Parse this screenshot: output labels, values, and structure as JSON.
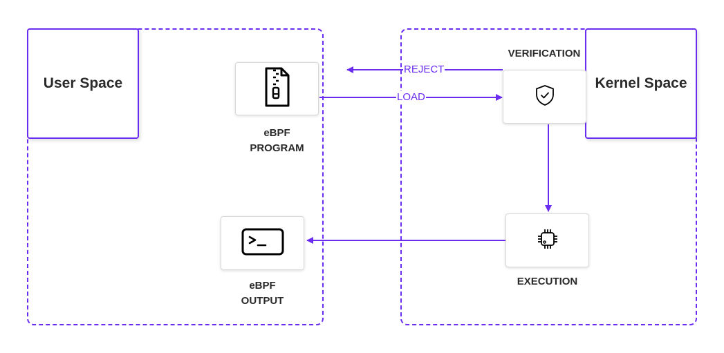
{
  "colors": {
    "accent": "#6a2cf0",
    "text": "#2a2a2a",
    "node_border": "#d8d8d8"
  },
  "regions": {
    "user_space": {
      "label": "User Space"
    },
    "kernel_space": {
      "label": "Kernel Space"
    }
  },
  "nodes": {
    "ebpf_program": {
      "icon": "zip-file-icon",
      "caption_line1": "eBPF",
      "caption_line2": "PROGRAM"
    },
    "verification": {
      "icon": "shield-check-icon",
      "caption": "VERIFICATION"
    },
    "execution": {
      "icon": "cpu-chip-icon",
      "caption": "EXECUTION"
    },
    "ebpf_output": {
      "icon": "terminal-icon",
      "caption_line1": "eBPF",
      "caption_line2": "OUTPUT"
    }
  },
  "edges": {
    "reject": {
      "label": "REJECT",
      "from": "verification",
      "to": "ebpf_program"
    },
    "load": {
      "label": "LOAD",
      "from": "ebpf_program",
      "to": "verification"
    },
    "execute": {
      "label": "",
      "from": "verification",
      "to": "execution"
    },
    "output": {
      "label": "",
      "from": "execution",
      "to": "ebpf_output"
    }
  }
}
